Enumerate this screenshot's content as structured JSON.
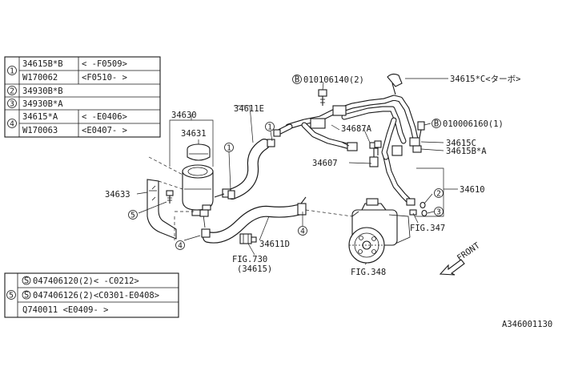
{
  "legend_top": {
    "rows": [
      {
        "num": "1",
        "part": "34615B*B",
        "range": "< -F0509>"
      },
      {
        "num": "",
        "part": "W170062",
        "range": "<F0510- >"
      },
      {
        "num": "2",
        "part": "34930B*B",
        "range": ""
      },
      {
        "num": "3",
        "part": "34930B*A",
        "range": ""
      },
      {
        "num": "4",
        "part": "34615*A",
        "range": "< -E0406>"
      },
      {
        "num": "",
        "part": "W170063",
        "range": "<E0407- >"
      }
    ]
  },
  "legend_bottom": {
    "num": "5",
    "rows": [
      {
        "s": "S",
        "text": "047406120(2)< -C0212>"
      },
      {
        "s": "S",
        "text": "047406126(2)<C0301-E0408>"
      },
      {
        "s": "",
        "text": "Q740011 <E0409- >"
      }
    ]
  },
  "labels": {
    "p34630": "34630",
    "p34631": "34631",
    "p34633": "34633",
    "p34611E": "34611E",
    "p34611D": "34611D",
    "b_bolt1": "010106140(2)",
    "b_bolt2": "010006160(1)",
    "p34687A": "34687A",
    "p34607": "34607",
    "p34615C_turbo": "34615*C<ターボ>",
    "p34615C": "34615C",
    "p34615BA": "34615B*A",
    "p34610": "34610",
    "fig347": "FIG.347",
    "fig730": "FIG.730",
    "fig730_sub": "(34615)",
    "fig348": "FIG.348",
    "front": "FRONT",
    "diagram_id": "A346001130"
  },
  "callouts": {
    "c1": "1",
    "c2": "2",
    "c3": "3",
    "c4": "4",
    "c5": "5",
    "b": "B"
  }
}
